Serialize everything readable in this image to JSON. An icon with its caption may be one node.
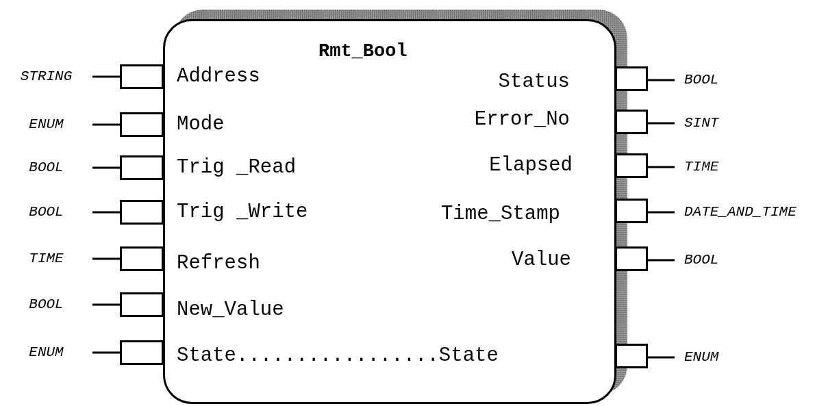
{
  "diagram": {
    "nodes": [
      {
        "text": [
          "Rmt_Bool"
        ]
      },
      {
        "text": [
          "STRING"
        ]
      },
      {
        "text": [],
        "shape": "box"
      },
      {
        "text": [],
        "shape": "box"
      },
      {
        "text": [
          "BOOL"
        ]
      },
      {
        "text": [
          "ENUM"
        ]
      },
      {
        "text": [],
        "shape": "box"
      },
      {
        "text": [],
        "shape": "box"
      },
      {
        "text": [
          "SINT"
        ]
      },
      {
        "text": [
          "BOOL"
        ]
      },
      {
        "text": [],
        "shape": "box"
      },
      {
        "text": [],
        "shape": "box"
      },
      {
        "text": [
          "TIME"
        ]
      },
      {
        "text": [
          "BOOL"
        ]
      },
      {
        "text": [],
        "shape": "box"
      },
      {
        "text": [],
        "shape": "box"
      },
      {
        "text": [
          "DATE_AND_TIME"
        ]
      },
      {
        "text": [
          "TIME"
        ]
      },
      {
        "text": [],
        "shape": "box"
      },
      {
        "text": [],
        "shape": "box"
      },
      {
        "text": [
          "BOOL"
        ]
      },
      {
        "text": [
          "BOOL"
        ]
      },
      {
        "text": [],
        "shape": "box"
      },
      {
        "text": [
          "ENUM"
        ]
      },
      {
        "text": [],
        "shape": "box"
      },
      {
        "text": [],
        "shape": "box"
      },
      {
        "text": [
          "ENUM"
        ]
      }
    ],
    "edges": [
      {
        "from": 1,
        "to": 2,
        "arrow": "none"
      },
      {
        "from": 3,
        "to": 4,
        "arrow": "none"
      },
      {
        "from": 5,
        "to": 6,
        "arrow": "none"
      },
      {
        "from": 7,
        "to": 8,
        "arrow": "none"
      },
      {
        "from": 9,
        "to": 10,
        "arrow": "none"
      },
      {
        "from": 11,
        "to": 12,
        "arrow": "none"
      },
      {
        "from": 13,
        "to": 14,
        "arrow": "none"
      },
      {
        "from": 15,
        "to": 16,
        "arrow": "none"
      },
      {
        "from": 17,
        "to": 18,
        "arrow": "none"
      },
      {
        "from": 19,
        "to": 20,
        "arrow": "none"
      },
      {
        "from": 21,
        "to": 22,
        "arrow": "none"
      },
      {
        "from": 23,
        "to": 24,
        "arrow": "none"
      },
      {
        "from": 25,
        "to": 26,
        "arrow": "none"
      }
    ],
    "labels": [
      "Address",
      "Status",
      "Mode",
      "Error_No",
      "Trig _Read",
      "Elapsed",
      "Trig _Write",
      "Time_Stamp",
      "Refresh",
      "Value",
      "New_Value",
      "State.................State"
    ]
  }
}
